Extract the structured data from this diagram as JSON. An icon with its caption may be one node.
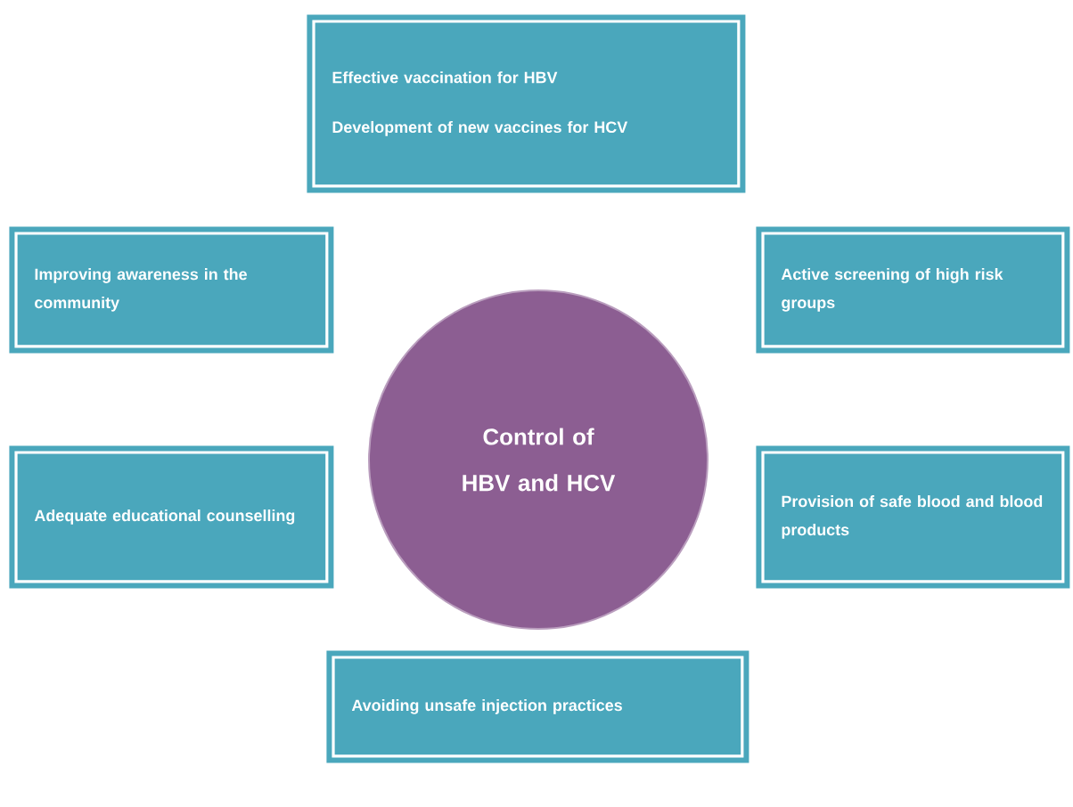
{
  "diagram": {
    "nodes": [
      {
        "text": [
          "Effective vaccination for HBV",
          "Development of new vaccines for HCV"
        ]
      },
      {
        "text": [
          "Improving awareness in the community"
        ]
      },
      {
        "text": [
          "Control of HBV and HCV"
        ]
      },
      {
        "text": [
          "Active screening of high risk groups"
        ]
      },
      {
        "text": [
          "Adequate educational counselling"
        ]
      },
      {
        "text": [
          "Provision of safe blood and blood products"
        ]
      },
      {
        "text": [
          "Avoiding unsafe injection practices"
        ]
      }
    ]
  }
}
